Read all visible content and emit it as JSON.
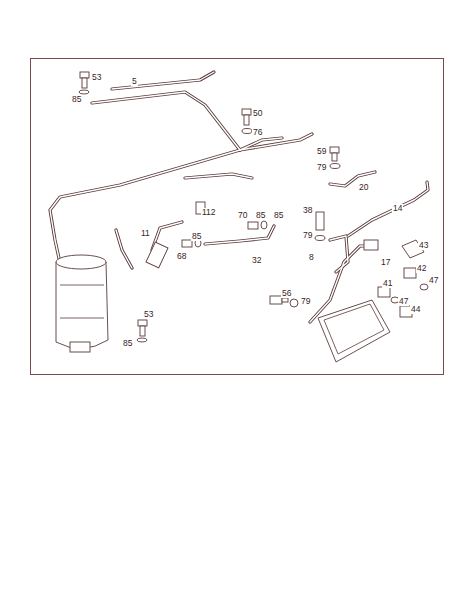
{
  "diagram": {
    "labels": [
      "53",
      "85",
      "5",
      "50",
      "76",
      "59",
      "79",
      "20",
      "14",
      "112",
      "70",
      "85",
      "85",
      "11",
      "85",
      "68",
      "32",
      "38",
      "79",
      "8",
      "17",
      "43",
      "42",
      "47",
      "41",
      "47",
      "44",
      "56",
      "79",
      "53",
      "85"
    ]
  }
}
